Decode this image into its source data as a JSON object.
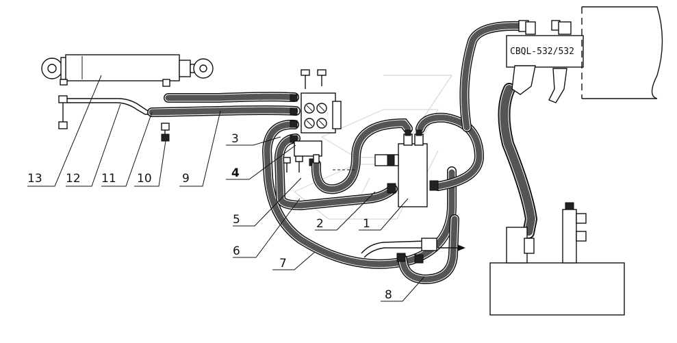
{
  "diagram": {
    "pump_label": "CBQL-532/532",
    "callouts": [
      {
        "id": "c1",
        "text": "1"
      },
      {
        "id": "c2",
        "text": "2"
      },
      {
        "id": "c3",
        "text": "3"
      },
      {
        "id": "c4",
        "text": "4"
      },
      {
        "id": "c5",
        "text": "5"
      },
      {
        "id": "c6",
        "text": "6"
      },
      {
        "id": "c7",
        "text": "7"
      },
      {
        "id": "c8",
        "text": "8"
      },
      {
        "id": "c9",
        "text": "9"
      },
      {
        "id": "c10",
        "text": "10"
      },
      {
        "id": "c11",
        "text": "11"
      },
      {
        "id": "c12",
        "text": "12"
      },
      {
        "id": "c13",
        "text": "13"
      }
    ]
  }
}
